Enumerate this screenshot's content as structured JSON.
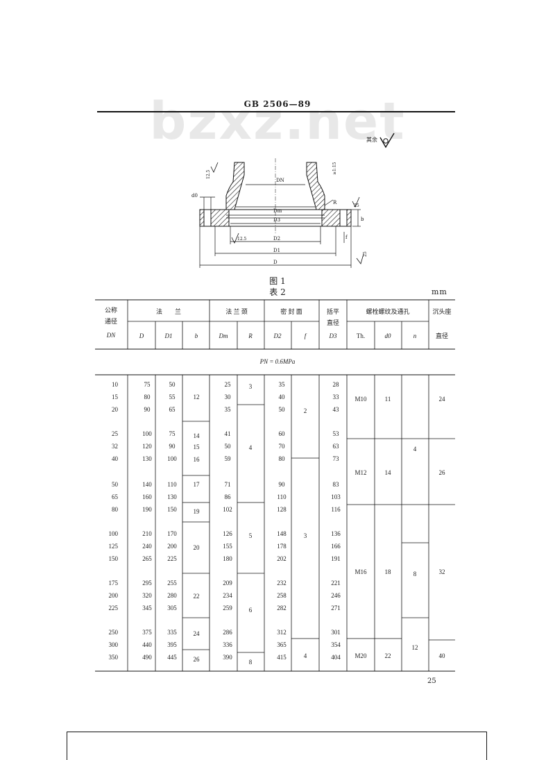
{
  "header": {
    "standard_code": "GB 2506—89",
    "watermark": "bzxz.net",
    "surface_note": "其余"
  },
  "figure": {
    "caption": "图 1",
    "labels": {
      "roughness_left": "12.5",
      "slope": "≥1:15",
      "dn": "DN",
      "d0": "d0",
      "dm": "Dm",
      "d3": "D3",
      "r": "R",
      "roughness_right": "25",
      "b": "b",
      "roughness_face": "12.5",
      "d2": "D2",
      "f": "f",
      "d1": "D1",
      "d": "D",
      "roughness_bottom": "25"
    }
  },
  "table": {
    "caption": "表 2",
    "unit": "mm",
    "header": {
      "nominal_1": "公称",
      "nominal_2": "通径",
      "nominal_3": "DN",
      "flange": "法　　兰",
      "neck": "法 兰 颈",
      "seal": "密 封 面",
      "spot_1": "括平",
      "spot_2": "直径",
      "bolt": "螺栓螺纹及通孔",
      "cbore_1": "沉头座",
      "cbore_2": "直径",
      "D": "D",
      "D1": "D1",
      "b": "b",
      "Dm": "Dm",
      "R": "R",
      "D2": "D2",
      "f": "f",
      "D3": "D3",
      "Th": "Th.",
      "d0": "d0",
      "n": "n"
    },
    "pressure": "PN = 0.6MPa",
    "col": {
      "dn": [
        "10",
        "15",
        "20",
        "25",
        "32",
        "40",
        "50",
        "65",
        "80",
        "100",
        "125",
        "150",
        "175",
        "200",
        "225",
        "250",
        "300",
        "350"
      ],
      "D": [
        "75",
        "80",
        "90",
        "100",
        "120",
        "130",
        "140",
        "160",
        "190",
        "210",
        "240",
        "265",
        "295",
        "320",
        "345",
        "375",
        "440",
        "490"
      ],
      "D1": [
        "50",
        "55",
        "65",
        "75",
        "90",
        "100",
        "110",
        "130",
        "150",
        "170",
        "200",
        "225",
        "255",
        "280",
        "305",
        "335",
        "395",
        "445"
      ],
      "Dm": [
        "25",
        "30",
        "35",
        "41",
        "50",
        "59",
        "71",
        "86",
        "102",
        "126",
        "155",
        "180",
        "209",
        "234",
        "259",
        "286",
        "336",
        "390"
      ],
      "D2": [
        "35",
        "40",
        "50",
        "60",
        "70",
        "80",
        "90",
        "110",
        "128",
        "148",
        "178",
        "202",
        "232",
        "258",
        "282",
        "312",
        "365",
        "415"
      ],
      "D3": [
        "28",
        "33",
        "43",
        "53",
        "63",
        "73",
        "83",
        "103",
        "116",
        "136",
        "166",
        "191",
        "221",
        "246",
        "271",
        "301",
        "354",
        "404"
      ]
    },
    "merged": {
      "b": [
        "12",
        "14",
        "15",
        "16",
        "17",
        "19",
        "20",
        "22",
        "24",
        "26"
      ],
      "R": [
        "3",
        "4",
        "5",
        "6",
        "8"
      ],
      "f": [
        "2",
        "3",
        "4"
      ],
      "th": [
        "M10",
        "M12",
        "M16",
        "M20"
      ],
      "d0": [
        "11",
        "14",
        "18",
        "22"
      ],
      "n": [
        "4",
        "8",
        "12"
      ],
      "cb": [
        "24",
        "26",
        "32",
        "40"
      ]
    }
  },
  "footer": {
    "page_number": "25"
  }
}
